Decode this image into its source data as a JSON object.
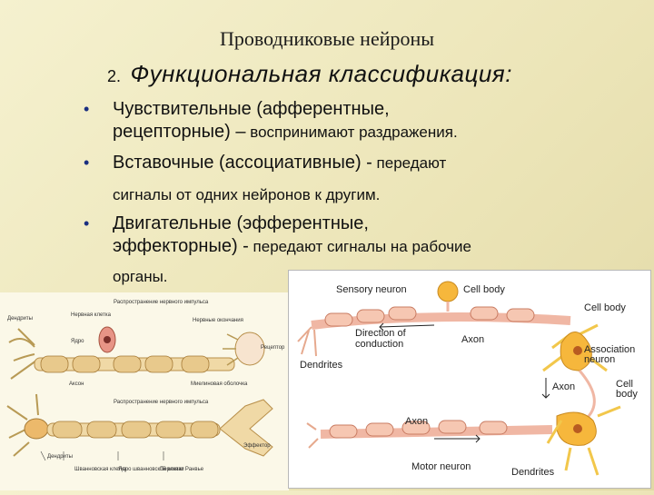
{
  "title": "Проводниковые нейроны",
  "subtitle": {
    "number": "2.",
    "text": "Функциональная классификация:"
  },
  "bullets": [
    {
      "lead": "Чувствительные (афферентные,",
      "lead2": "рецепторные) –",
      "tail": " воспринимают раздражения."
    },
    {
      "lead": "Вставочные (ассоциативные) -",
      "tail": " передают",
      "tail2": "сигналы от одних нейронов к другим."
    },
    {
      "lead": "Двигательные (эфферентные,",
      "lead2": "эффекторные) -",
      "tail": " передают сигналы на рабочие",
      "tail2": "органы."
    }
  ],
  "bullet_symbol": "•",
  "left_figure": {
    "labels": {
      "dendrites": "Дендриты",
      "nucleus_cell": "Нервная клетка",
      "impulse": "Распространение нервного импульса",
      "nerve_endings": "Нервные окончания",
      "nucleus": "Ядро",
      "receptor": "Рецептор",
      "axon": "Аксон",
      "myelin_sheath": "Миелиновая оболочка",
      "impulse2": "Распространение нервного импульса",
      "dendrites2": "Дендриты",
      "schwann_cell": "Шванновская клетка",
      "schwann_nucleus": "Ядро шванновской клетки",
      "node": "Перехват Ранвье",
      "effector": "Эффектор"
    }
  },
  "right_figure": {
    "labels": {
      "sensory_neuron": "Sensory neuron",
      "cell_body_top": "Cell body",
      "cell_body": "Cell body",
      "direction": "Direction of",
      "conduction": "conduction",
      "axon_top": "Axon",
      "dendrites_left": "Dendrites",
      "association": "Association",
      "neuron": "neuron",
      "axon_mid": "Axon",
      "cell": "Cell",
      "body": "body",
      "axon_bottom": "Axon",
      "motor_neuron": "Motor neuron",
      "dendrites_bottom": "Dendrites"
    }
  }
}
